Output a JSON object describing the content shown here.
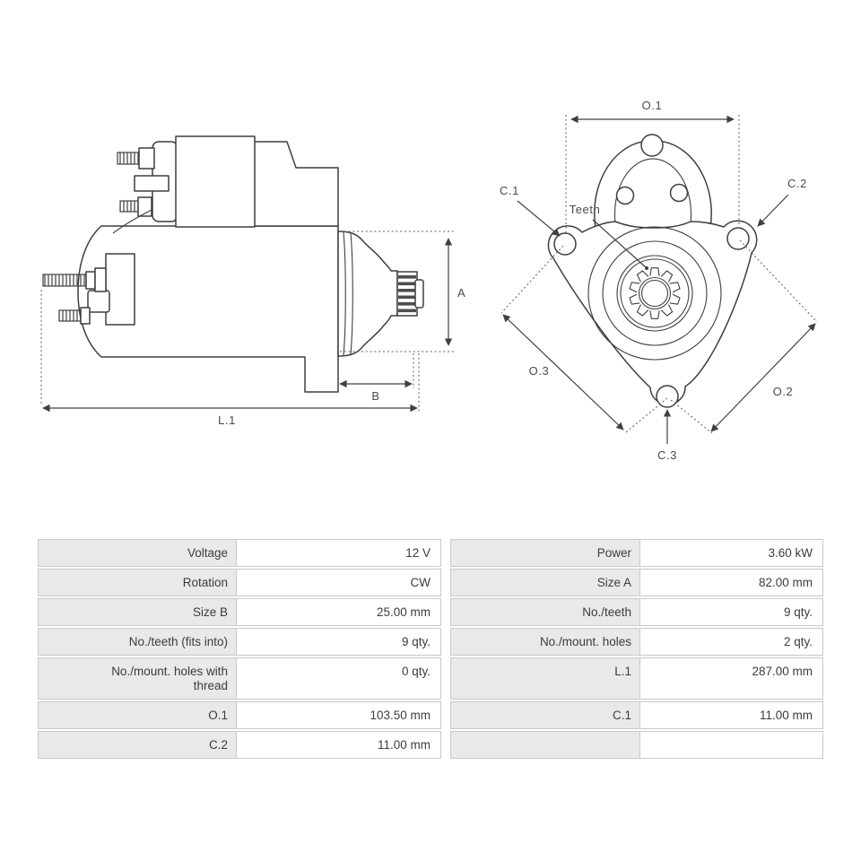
{
  "diagram": {
    "side_view": {
      "dim_a": "A",
      "dim_b": "B",
      "dim_l1": "L.1"
    },
    "front_view": {
      "dim_o1": "O.1",
      "dim_o2": "O.2",
      "dim_o3": "O.3",
      "dim_c1": "C.1",
      "dim_c2": "C.2",
      "dim_c3": "C.3",
      "teeth_label": "Teeth"
    },
    "line_color": "#3f3f3f"
  },
  "table": {
    "colors": {
      "label_bg": "#e9e9e9",
      "value_bg": "#ffffff",
      "border": "#c9c9c9",
      "text": "#3c3c3c"
    },
    "rows": [
      {
        "left_label": "Voltage",
        "left_value": "12 V",
        "right_label": "Power",
        "right_value": "3.60 kW"
      },
      {
        "left_label": "Rotation",
        "left_value": "CW",
        "right_label": "Size A",
        "right_value": "82.00 mm"
      },
      {
        "left_label": "Size B",
        "left_value": "25.00 mm",
        "right_label": "No./teeth",
        "right_value": "9 qty."
      },
      {
        "left_label": "No./teeth (fits into)",
        "left_value": "9 qty.",
        "right_label": "No./mount. holes",
        "right_value": "2 qty."
      },
      {
        "left_label": "No./mount. holes with thread",
        "left_value": "0 qty.",
        "right_label": "L.1",
        "right_value": "287.00 mm"
      },
      {
        "left_label": "O.1",
        "left_value": "103.50 mm",
        "right_label": "C.1",
        "right_value": "11.00 mm"
      },
      {
        "left_label": "C.2",
        "left_value": "11.00 mm",
        "right_label": "",
        "right_value": ""
      }
    ]
  }
}
